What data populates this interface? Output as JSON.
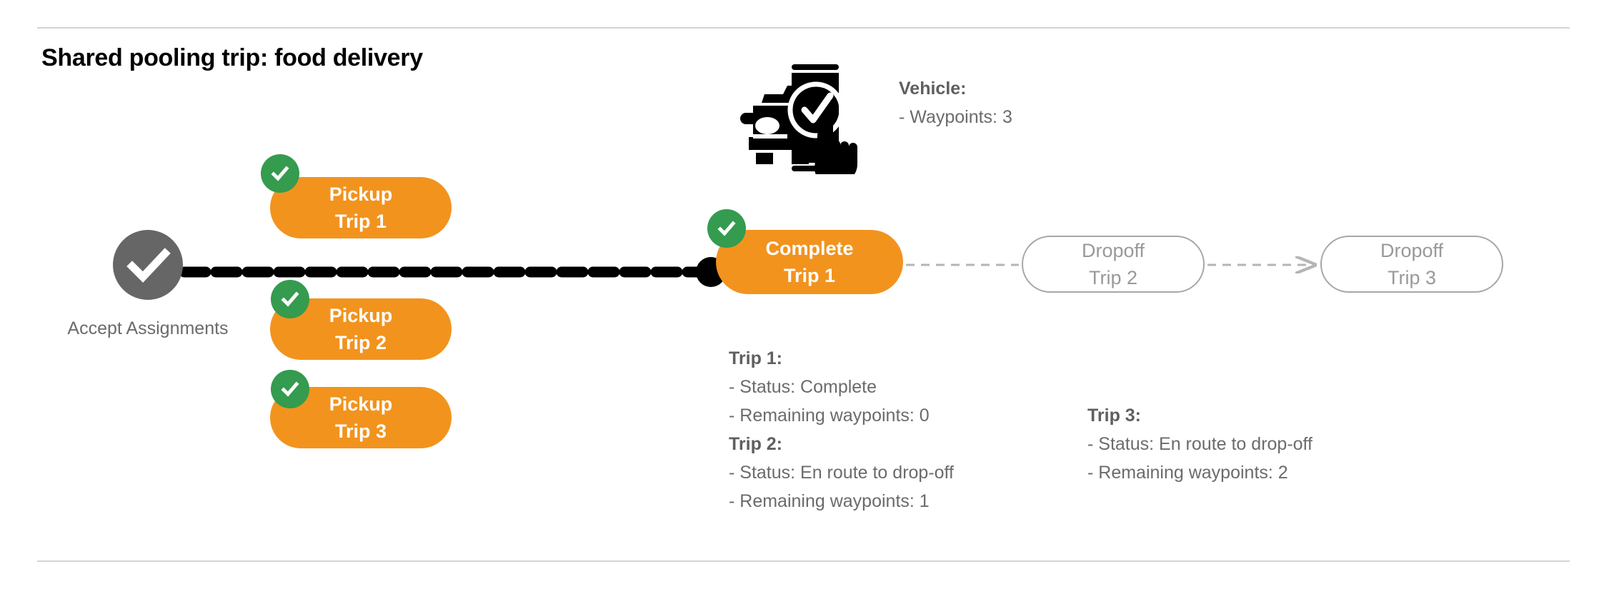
{
  "page": {
    "title": "Shared pooling trip: food delivery",
    "accent_orange": "#F2931E",
    "accent_green": "#349B4F",
    "accent_gray": "#666666",
    "outline_gray": "#a6a6a6",
    "rule_color": "#d4d4d4"
  },
  "start_node": {
    "icon": "check-circle-icon",
    "label_line1": "Accept",
    "label_line2": "Assignments"
  },
  "pickups": [
    {
      "line1": "Pickup",
      "line2": "Trip 1",
      "badge": "check-badge-icon",
      "state": "done"
    },
    {
      "line1": "Pickup",
      "line2": "Trip 2",
      "badge": "check-badge-icon",
      "state": "done"
    },
    {
      "line1": "Pickup",
      "line2": "Trip 3",
      "badge": "check-badge-icon",
      "state": "done"
    }
  ],
  "flow": [
    {
      "line1": "Complete",
      "line2": "Trip 1",
      "badge": "check-badge-icon",
      "state": "done"
    },
    {
      "line1": "Dropoff",
      "line2": "Trip 2",
      "state": "pending"
    },
    {
      "line1": "Dropoff",
      "line2": "Trip 3",
      "state": "pending"
    }
  ],
  "vehicle_info": {
    "icon": "vehicle-phone-check-icon",
    "heading": "Vehicle:",
    "rows": [
      "- Waypoints: 3"
    ]
  },
  "trip_info_left": {
    "trip1_heading": "Trip 1:",
    "trip1_status": "- Status:  Complete",
    "trip1_waypoints": "- Remaining waypoints: 0",
    "trip2_heading": "Trip 2:",
    "trip2_status": "- Status:  En route to drop-off",
    "trip2_waypoints": "- Remaining waypoints: 1"
  },
  "trip_info_right": {
    "trip3_heading": "Trip 3:",
    "trip3_status": "- Status:  En route to drop-off",
    "trip3_waypoints": "- Remaining waypoints: 2"
  }
}
